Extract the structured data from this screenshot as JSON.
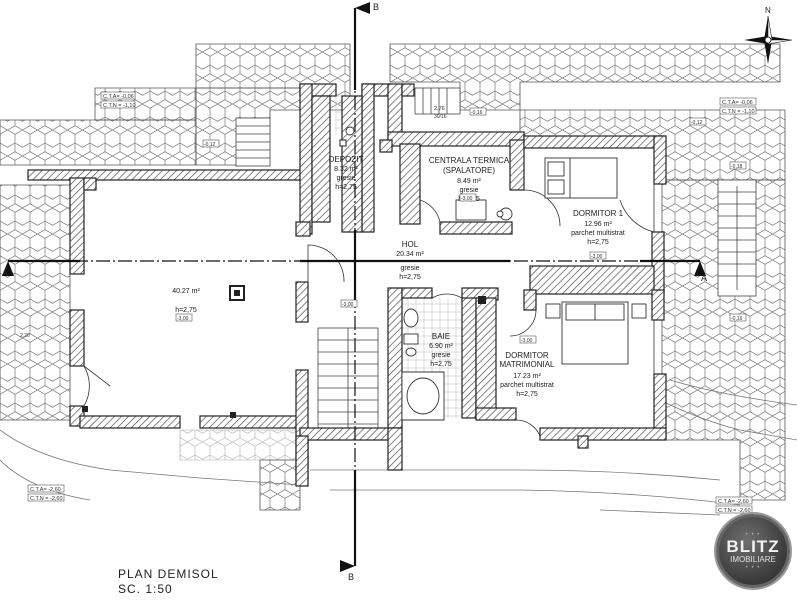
{
  "plan": {
    "title_line1": "PLAN DEMISOL",
    "title_line2": "SC.  1:50",
    "section_a": "A",
    "section_b": "B",
    "north": "N"
  },
  "rooms": {
    "depozit": {
      "name": "DEPOZIT",
      "area": "8.32 m²",
      "floor": "gresie",
      "height": "h=2,75"
    },
    "centrala": {
      "name": "CENTRALA TERMICA",
      "name2": "(SPALATORE)",
      "area": "8.49 m²",
      "floor": "gresie",
      "height": "h=2,75"
    },
    "dormitor1": {
      "name": "DORMITOR 1",
      "area": "12.96 m²",
      "floor": "parchet multistrat",
      "height": "h=2,75"
    },
    "hol": {
      "name": "HOL",
      "area": "20.34 m²",
      "floor": "gresie",
      "height": "h=2,75"
    },
    "living": {
      "area": "40.27 m²",
      "height": "h=2,75"
    },
    "baie": {
      "name": "BAIE",
      "area": "6.90 m²",
      "floor": "gresie",
      "height": "h=2,75"
    },
    "dormitor_mat": {
      "name": "DORMITOR",
      "name2": "MATRIMONIAL",
      "area": "17.23 m²",
      "floor": "parchet multistrat",
      "height": "h=2,75"
    }
  },
  "levels": {
    "top_left_1": "C.T.A= -0,06",
    "top_left_2": "C.T.N = -1,10",
    "top_right_1": "C.T.A= -0,06",
    "top_right_2": "C.T.N = -1,10",
    "bottom_left_1": "C.T.A= -2,60",
    "bottom_left_2": "C.T.N = -2,60",
    "bottom_right_1": "C.T.A= -2,60",
    "bottom_right_2": "C.T.N = -2,60",
    "stair_top": "2,76",
    "stair_top2": "30/16",
    "patio": "2,20"
  },
  "tags": [
    "-0,12",
    "-0,16",
    "-0,12",
    "-0,18",
    "-0,16",
    "-3,00",
    "-3,00",
    "-3,00",
    "-3,00",
    "-3,00"
  ],
  "logo": {
    "line1": "BLITZ",
    "line2": "IMOBILIARE"
  }
}
